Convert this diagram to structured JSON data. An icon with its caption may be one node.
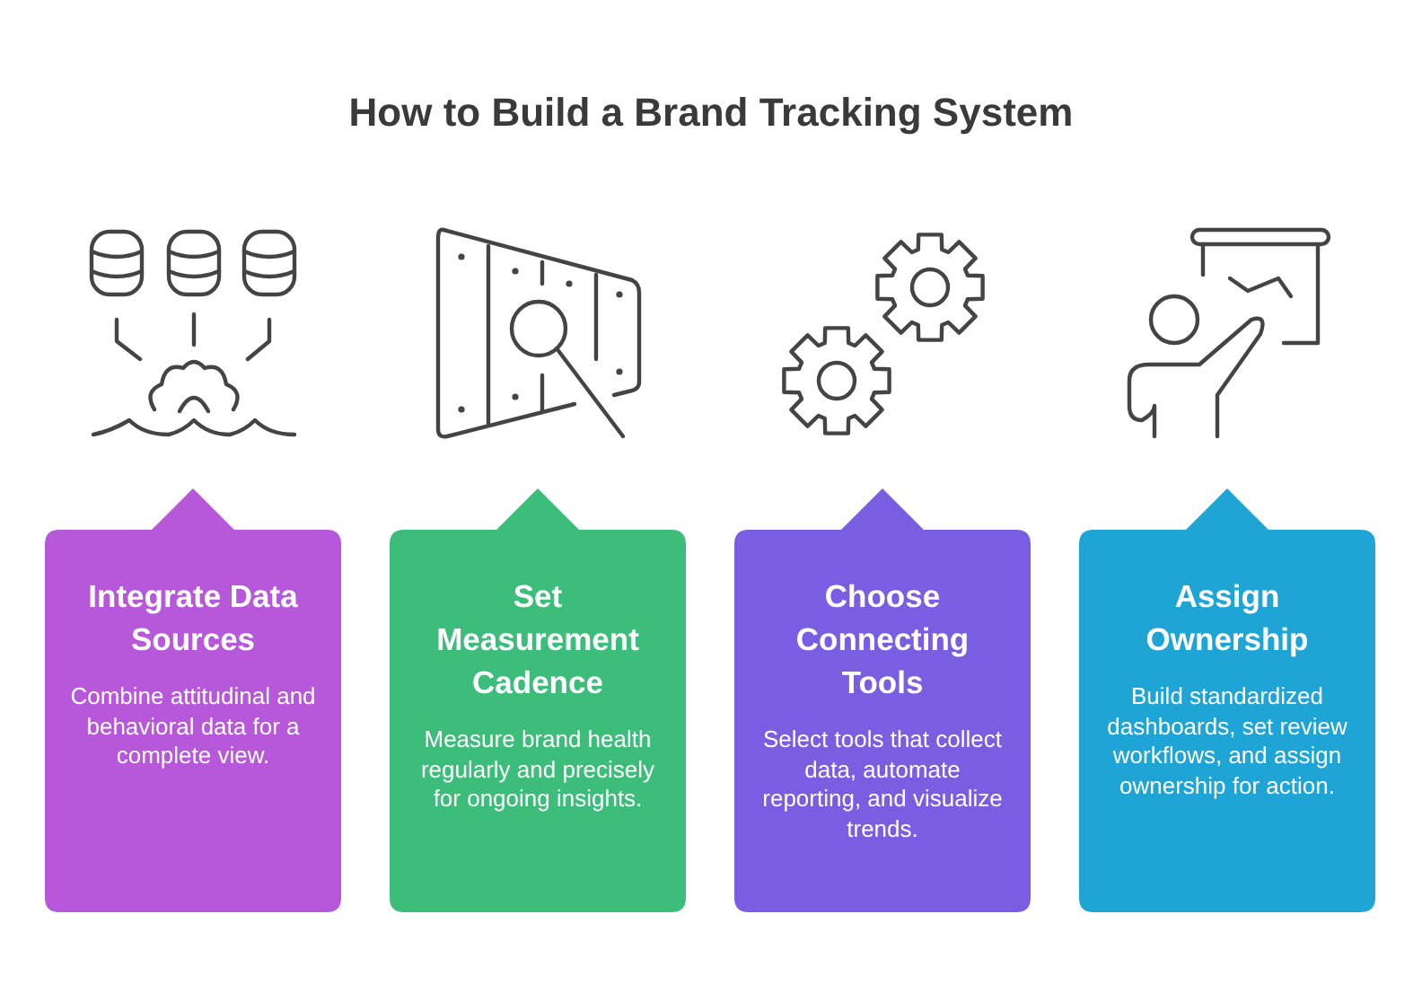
{
  "diagram": {
    "title": "How to Build a Brand Tracking System",
    "nodes": [
      {
        "text": [
          "Integrate Data Sources",
          "Combine attitudinal and behavioral data for a complete view."
        ]
      },
      {
        "text": [
          "Set Measurement Cadence",
          "Measure brand health regularly and precisely for ongoing insights."
        ]
      },
      {
        "text": [
          "Choose Connecting Tools",
          "Select tools that collect data, automate reporting, and visualize trends."
        ]
      },
      {
        "text": [
          "Assign Ownership",
          "Build standardized dashboards, set review workflows, and assign ownership for action."
        ]
      }
    ],
    "edges": []
  }
}
